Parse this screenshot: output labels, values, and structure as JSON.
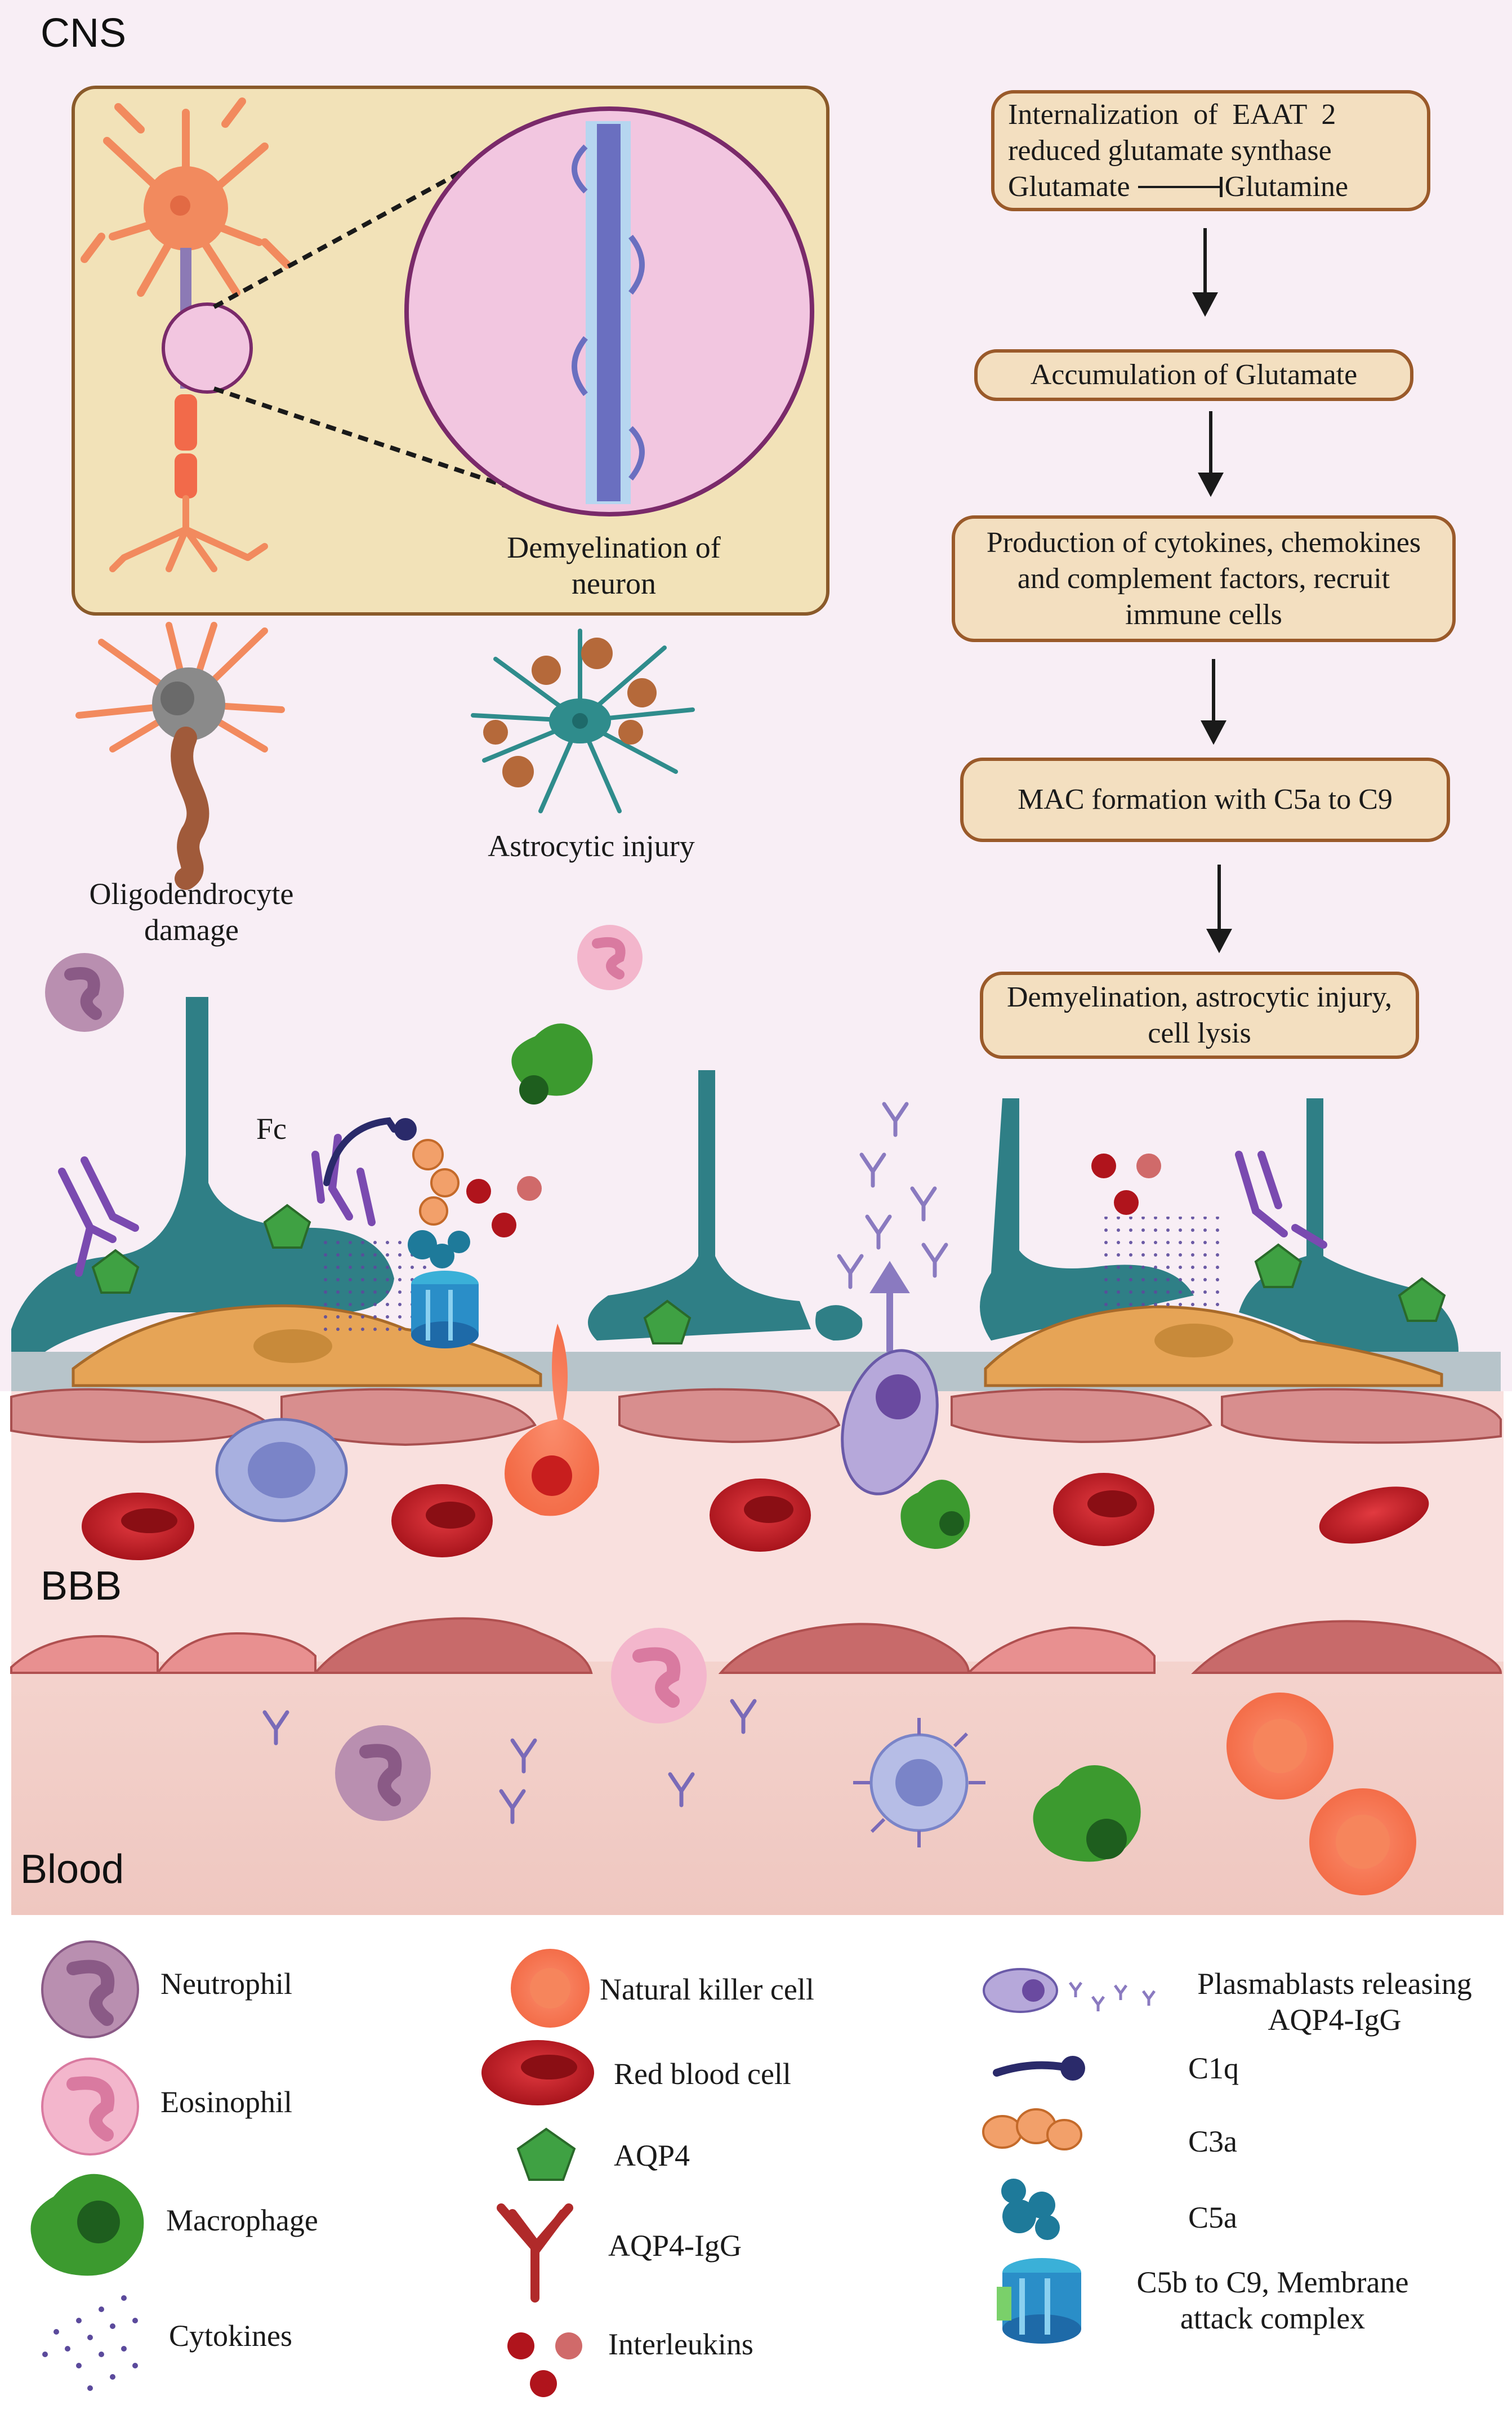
{
  "regions": {
    "cns": "CNS",
    "bbb": "BBB",
    "blood": "Blood"
  },
  "inset": {
    "caption": "Demyelination of neuron"
  },
  "labels": {
    "oligodendrocyte": "Oligodendrocyte damage",
    "astrocyte": "Astrocytic injury",
    "fc": "Fc"
  },
  "flow": {
    "step1_line1": "Internalization  of  EAAT  2",
    "step1_line2": "reduced glutamate synthase",
    "step1_left": "Glutamate",
    "step1_right": "Glutamine",
    "step2": "Accumulation of Glutamate",
    "step3": "Production of cytokines, chemokines and complement factors, recruit immune cells",
    "step4": "MAC formation with C5a to C9",
    "step5": "Demyelination, astrocytic injury, cell lysis"
  },
  "legend": {
    "neutrophil": "Neutrophil",
    "eosinophil": "Eosinophil",
    "macrophage": "Macrophage",
    "cytokines": "Cytokines",
    "nk": "Natural killer cell",
    "rbc": "Red blood cell",
    "aqp4": "AQP4",
    "aqp4igg": "AQP4-IgG",
    "interleukins": "Interleukins",
    "plasmablast": "Plasmablasts releasing AQP4-IgG",
    "c1q": "C1q",
    "c3a": "C3a",
    "c5a": "C5a",
    "mac": "C5b to C9, Membrane attack complex"
  },
  "colors": {
    "inset_bg": "#f2e2b8",
    "box_fill": "#f3dfc0",
    "box_border": "#9a5a2a",
    "astro_teal": "#2f7f86",
    "neuron_orange": "#f28a5e",
    "rbc_red": "#c8262e",
    "macrophage_green": "#3c9a2f",
    "aqp4_green": "#3fa143",
    "blood_bg": "#f3cfc9",
    "cns_bg": "#f7ecf3"
  }
}
